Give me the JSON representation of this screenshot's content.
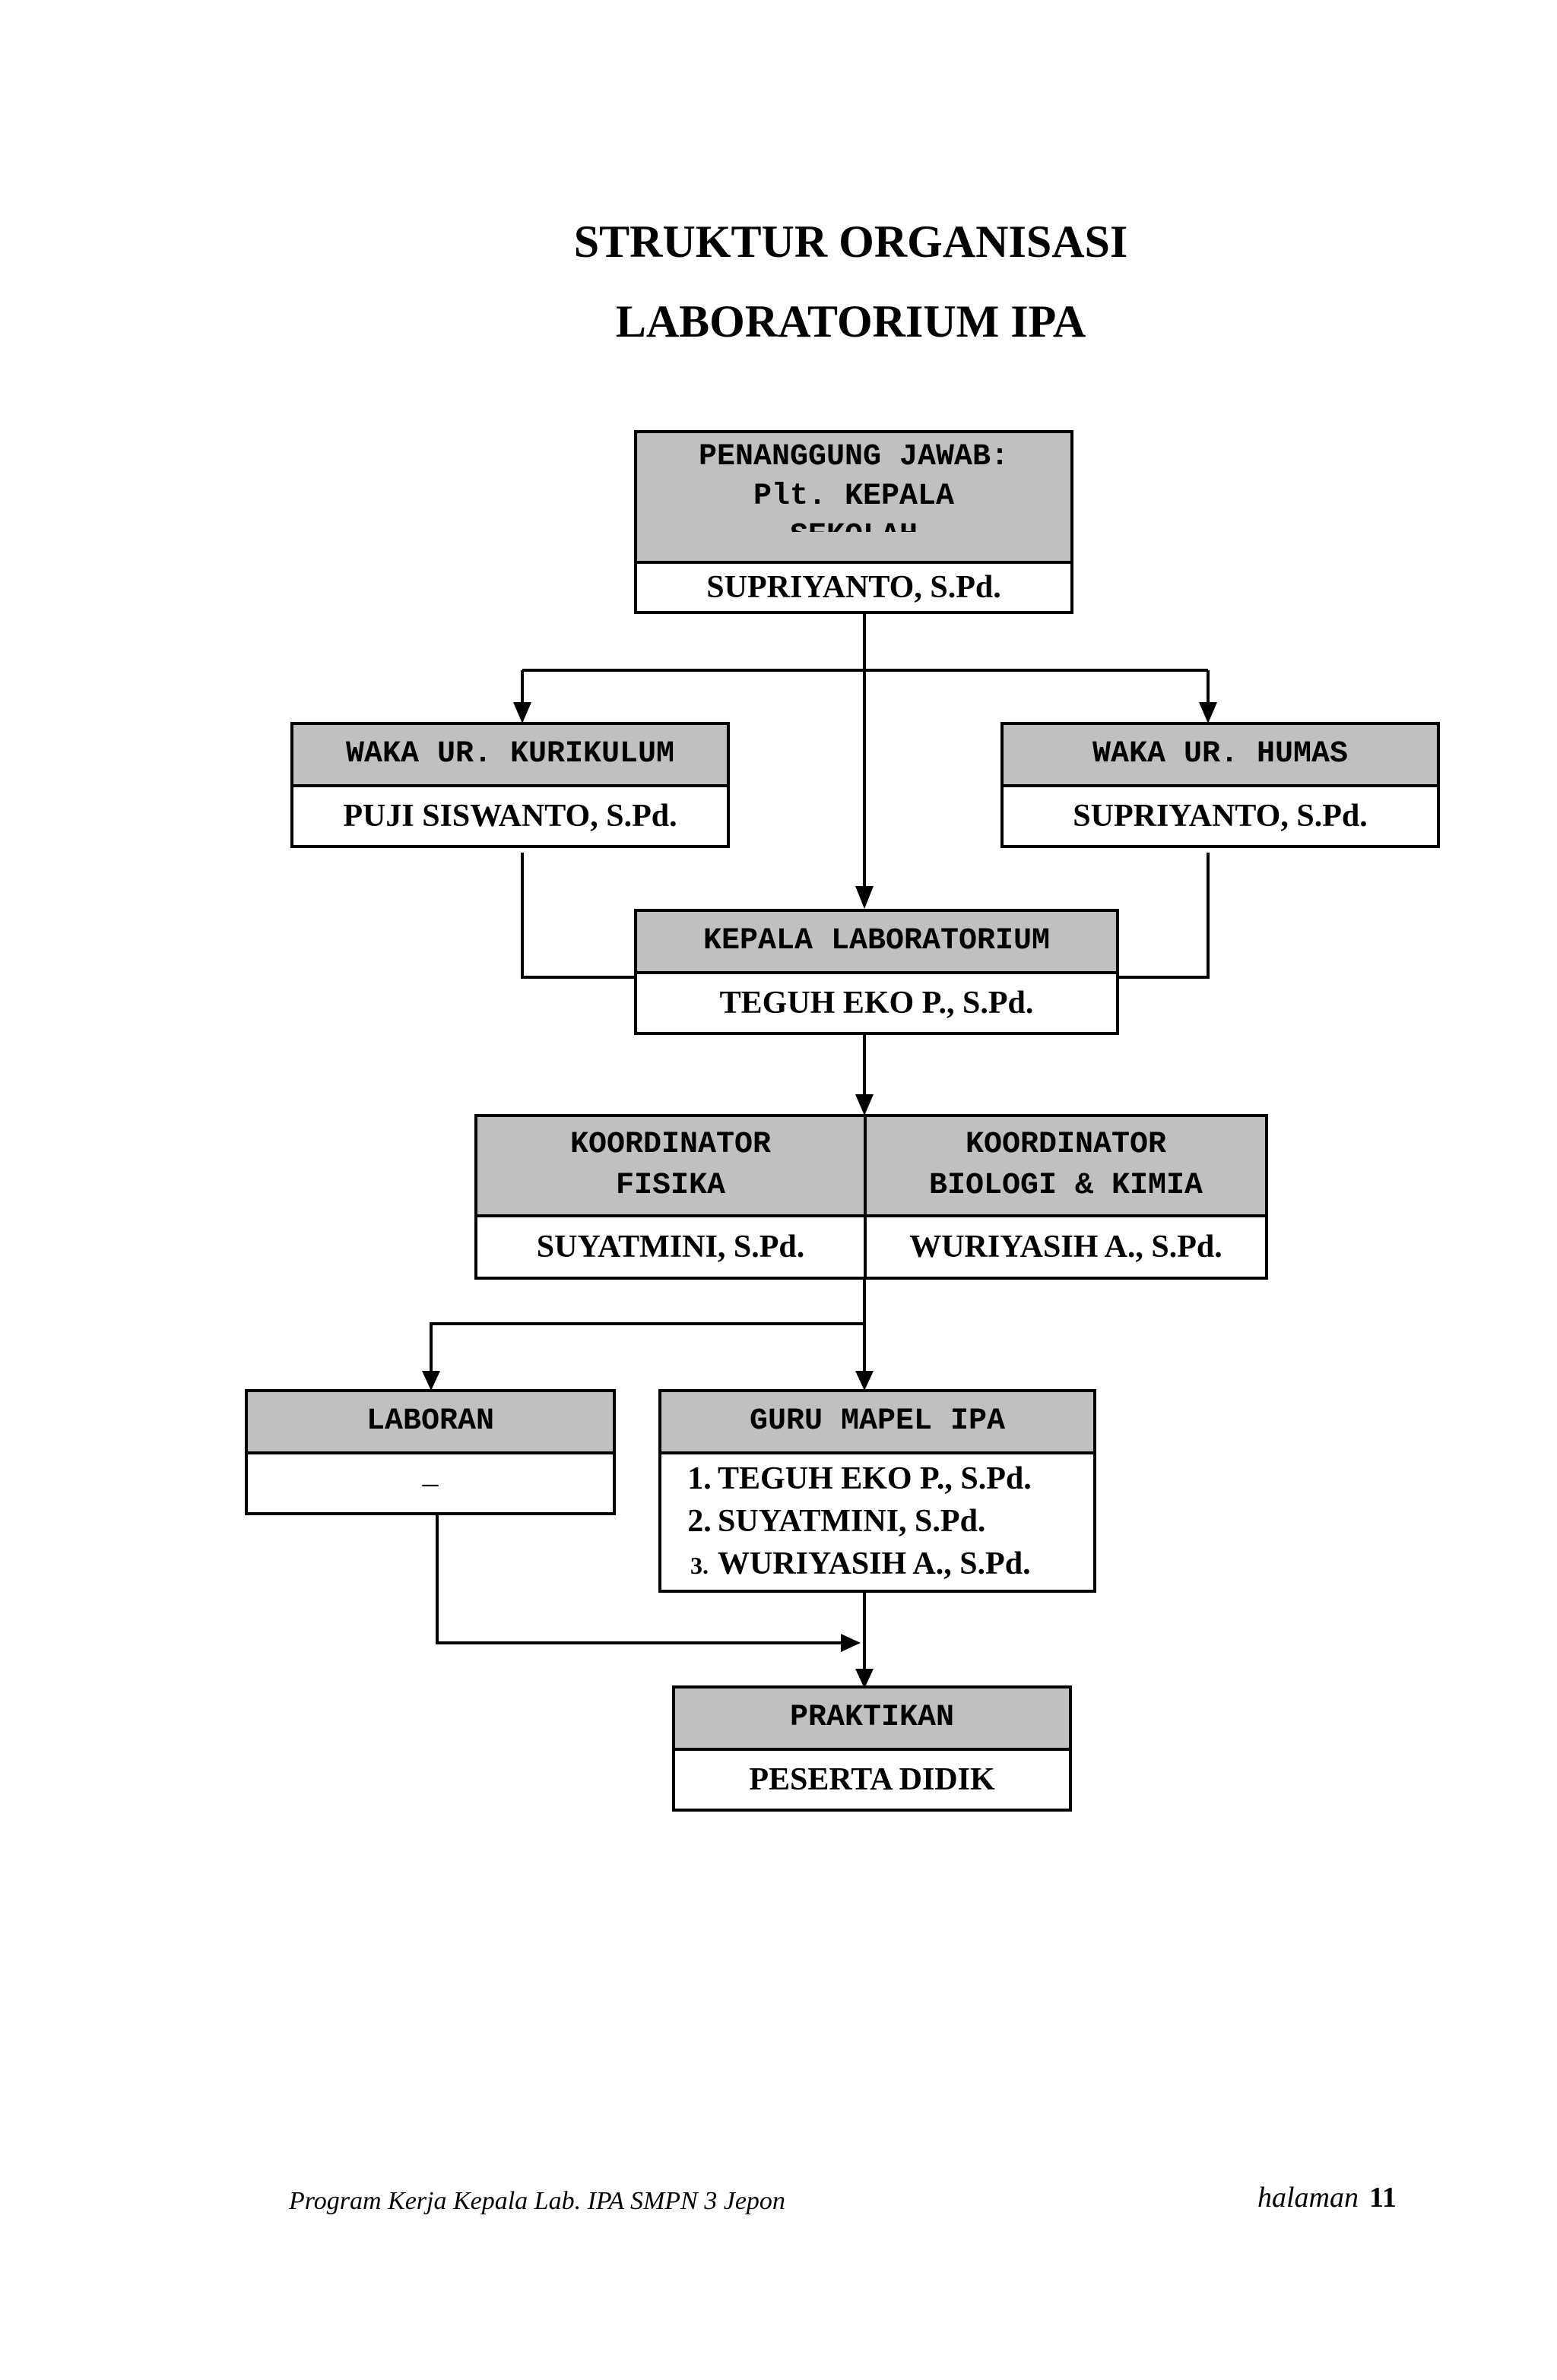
{
  "title": {
    "line1": "STRUKTUR ORGANISASI",
    "line2": "LABORATORIUM IPA"
  },
  "nodes": {
    "penanggung_jawab": {
      "head": [
        "PENANGGUNG JAWAB:",
        "Plt. KEPALA",
        "SEKOLAH"
      ],
      "name": "SUPRIYANTO, S.Pd."
    },
    "waka_kurikulum": {
      "head": "WAKA UR. KURIKULUM",
      "name": "PUJI SISWANTO, S.Pd."
    },
    "waka_humas": {
      "head": "WAKA UR. HUMAS",
      "name": "SUPRIYANTO, S.Pd."
    },
    "kepala_lab": {
      "head": "KEPALA LABORATORIUM",
      "name": "TEGUH EKO P., S.Pd."
    },
    "koordinator_fisika": {
      "head": [
        "KOORDINATOR",
        "FISIKA"
      ],
      "name": "SUYATMINI, S.Pd."
    },
    "koordinator_biokim": {
      "head": [
        "KOORDINATOR",
        "BIOLOGI & KIMIA"
      ],
      "name": "WURIYASIH A., S.Pd."
    },
    "laboran": {
      "head": "LABORAN",
      "name": "–"
    },
    "guru_mapel": {
      "head": "GURU MAPEL IPA",
      "items": [
        {
          "num": "1.",
          "name": "TEGUH EKO P., S.Pd."
        },
        {
          "num": "2.",
          "name": "SUYATMINI, S.Pd."
        },
        {
          "num": "3.",
          "name": "WURIYASIH A., S.Pd."
        }
      ]
    },
    "praktikan": {
      "head": "PRAKTIKAN",
      "name": "PESERTA DIDIK"
    }
  },
  "footer": {
    "left": "Program Kerja Kepala Lab. IPA SMPN 3 Jepon",
    "right_label": "halaman",
    "page_number": "11"
  }
}
